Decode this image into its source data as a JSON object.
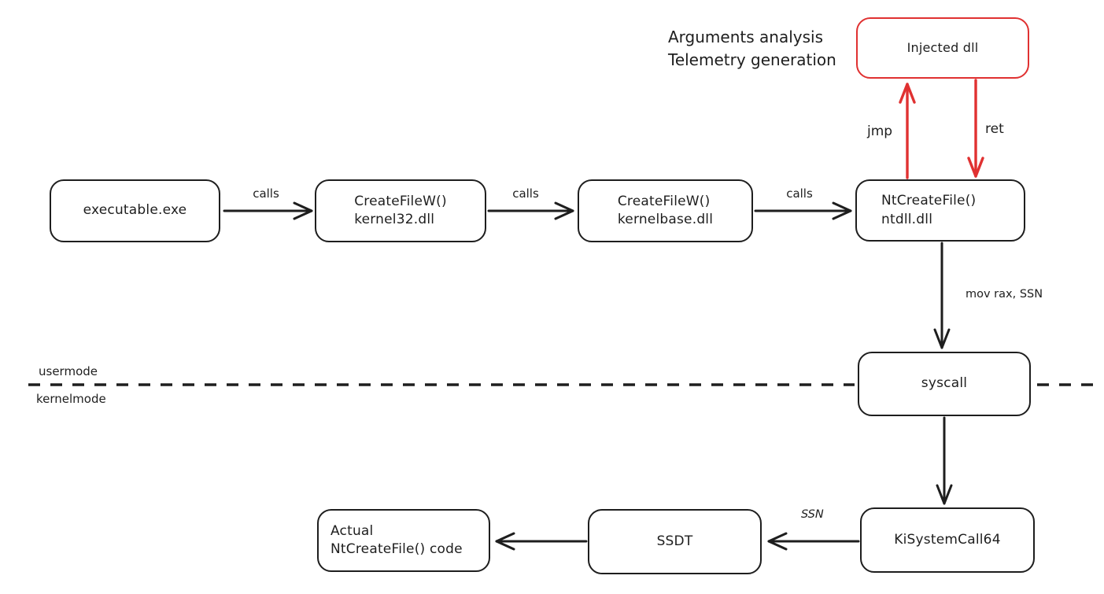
{
  "annotation": {
    "line1": "Arguments analysis",
    "line2": "Telemetry generation"
  },
  "nodes": {
    "injected_dll": {
      "label": "Injected dll"
    },
    "executable": {
      "label": "executable.exe"
    },
    "kernel32": {
      "line1": "CreateFileW()",
      "line2": "kernel32.dll"
    },
    "kernelbase": {
      "line1": "CreateFileW()",
      "line2": "kernelbase.dll"
    },
    "ntdll": {
      "line1": "NtCreateFile()",
      "line2": "ntdll.dll"
    },
    "syscall": {
      "label": "syscall"
    },
    "kisystemcall64": {
      "label": "KiSystemCall64"
    },
    "ssdt": {
      "label": "SSDT"
    },
    "actual_ntcreatefile": {
      "line1": "Actual",
      "line2": "NtCreateFile() code"
    }
  },
  "edges": {
    "calls_1": "calls",
    "calls_2": "calls",
    "calls_3": "calls",
    "jmp": "jmp",
    "ret": "ret",
    "mov_rax_ssn": "mov rax, SSN",
    "ssn": "SSN"
  },
  "boundary": {
    "usermode": "usermode",
    "kernelmode": "kernelmode"
  },
  "colors": {
    "stroke": "#1e1e1e",
    "accent": "#e03131",
    "background": "#ffffff"
  }
}
